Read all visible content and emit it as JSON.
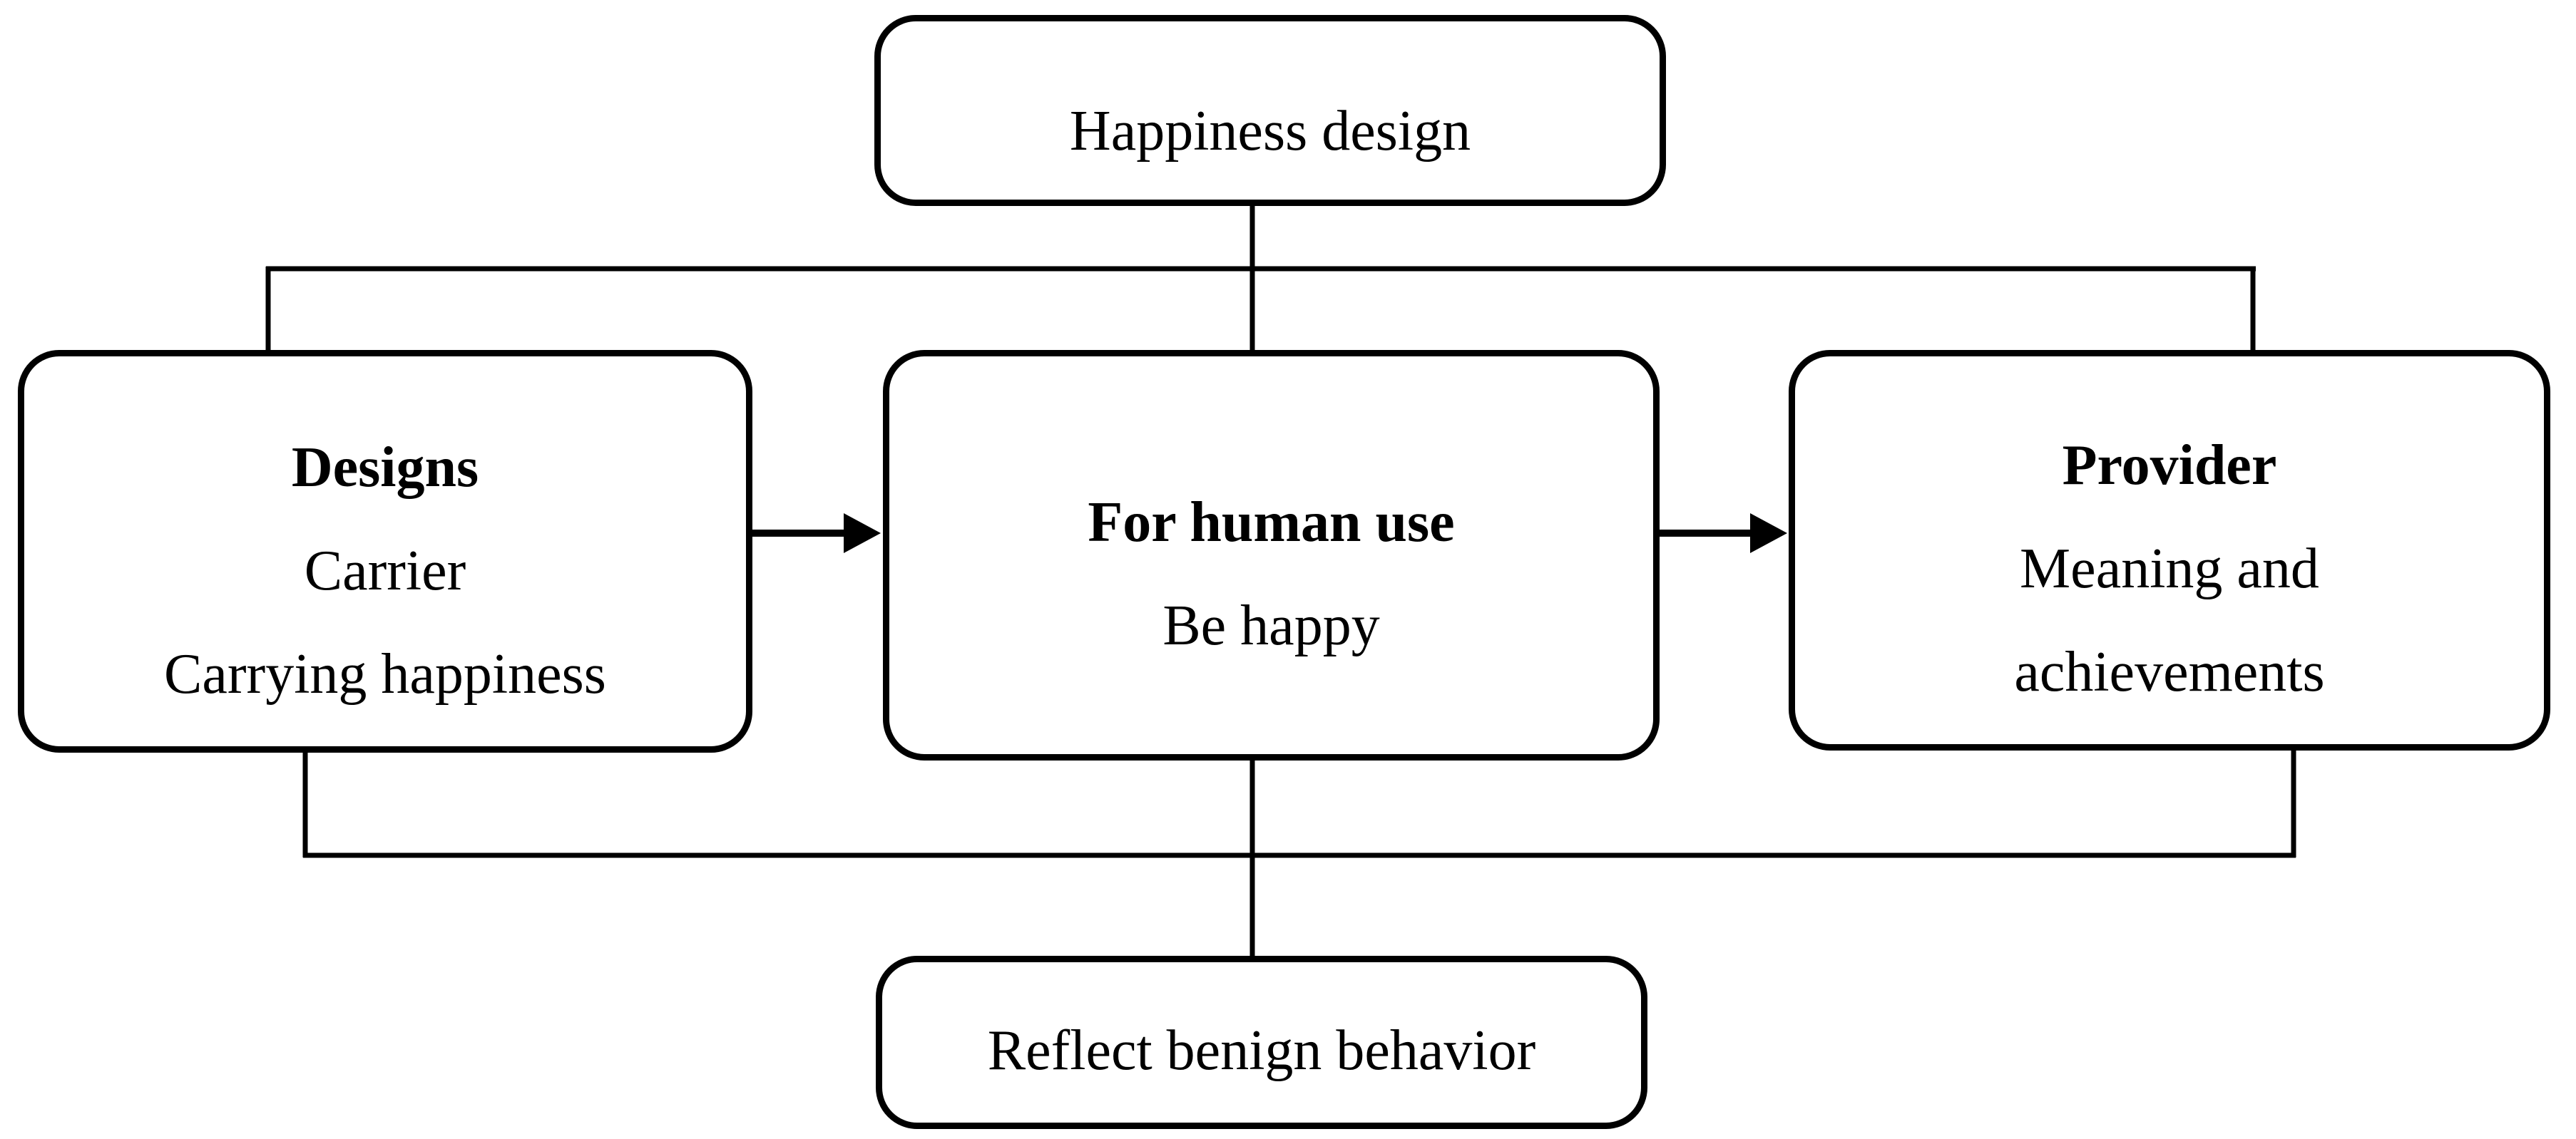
{
  "diagram": {
    "type": "flowchart",
    "colors": {
      "background": "#ffffff",
      "stroke": "#000000",
      "text": "#000000"
    },
    "nodes": {
      "top": {
        "label": "Happiness design"
      },
      "left": {
        "heading": "Designs",
        "body": [
          "Carrier",
          "Carrying happiness"
        ]
      },
      "center": {
        "heading": "For human use",
        "body": [
          "Be happy"
        ]
      },
      "right": {
        "heading": "Provider",
        "body": [
          "Meaning and",
          "achievements"
        ]
      },
      "bottom": {
        "label": "Reflect benign behavior"
      }
    },
    "edges": [
      {
        "from": "top",
        "to": "left",
        "type": "line"
      },
      {
        "from": "top",
        "to": "center",
        "type": "line"
      },
      {
        "from": "top",
        "to": "right",
        "type": "line"
      },
      {
        "from": "left",
        "to": "center",
        "type": "arrow"
      },
      {
        "from": "center",
        "to": "right",
        "type": "arrow"
      },
      {
        "from": "left",
        "to": "bottom",
        "type": "line"
      },
      {
        "from": "center",
        "to": "bottom",
        "type": "line"
      },
      {
        "from": "right",
        "to": "bottom",
        "type": "line"
      }
    ]
  }
}
